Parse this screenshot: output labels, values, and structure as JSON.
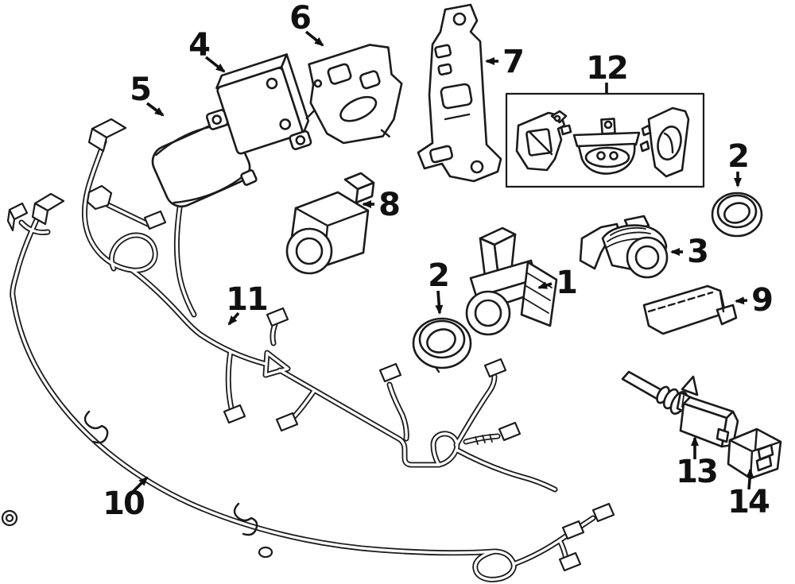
{
  "diagram": {
    "kind": "automotive-electrical-parts-diagram",
    "colors": {
      "background": "#ffffff",
      "line": "#1b1b1b",
      "label": "#111111"
    },
    "callouts": [
      {
        "id": "callout-1",
        "label": "1"
      },
      {
        "id": "callout-2-middle",
        "label": "2"
      },
      {
        "id": "callout-2-right",
        "label": "2"
      },
      {
        "id": "callout-3",
        "label": "3"
      },
      {
        "id": "callout-4",
        "label": "4"
      },
      {
        "id": "callout-5",
        "label": "5"
      },
      {
        "id": "callout-6",
        "label": "6"
      },
      {
        "id": "callout-7",
        "label": "7"
      },
      {
        "id": "callout-8",
        "label": "8"
      },
      {
        "id": "callout-9",
        "label": "9"
      },
      {
        "id": "callout-10",
        "label": "10"
      },
      {
        "id": "callout-11",
        "label": "11"
      },
      {
        "id": "callout-12",
        "label": "12"
      },
      {
        "id": "callout-13",
        "label": "13"
      },
      {
        "id": "callout-14",
        "label": "14"
      }
    ]
  }
}
